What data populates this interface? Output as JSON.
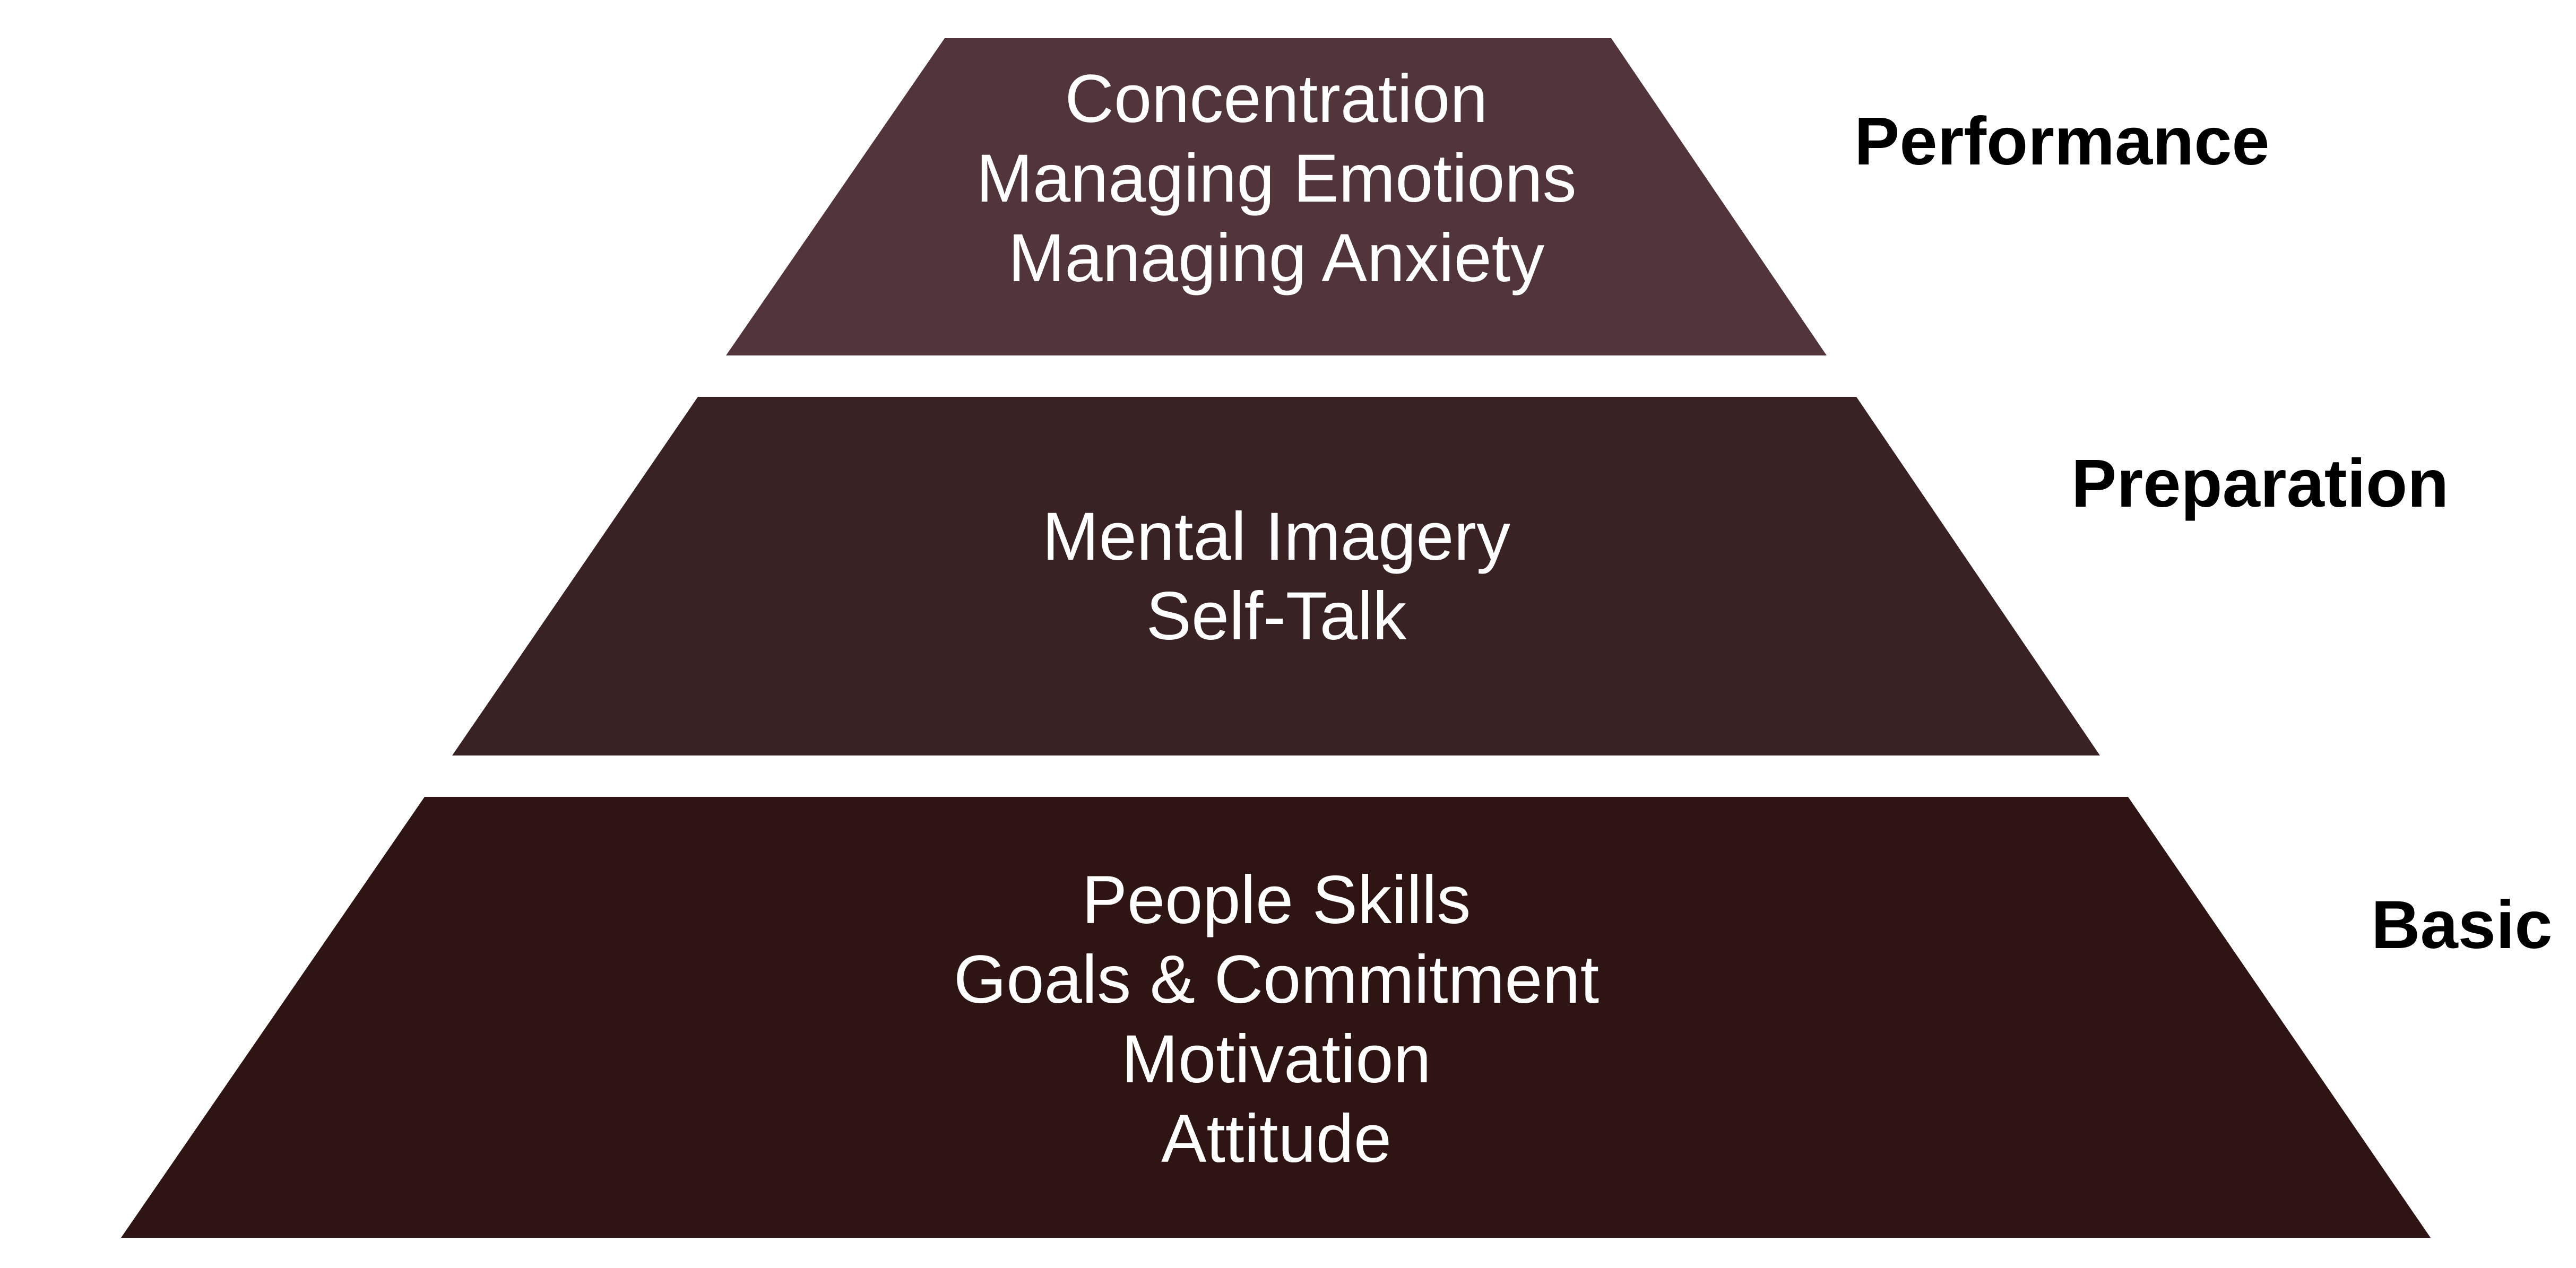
{
  "pyramid": {
    "tiers": [
      {
        "level": "Performance",
        "color": "#51353a",
        "items": [
          "Concentration",
          "Managing Emotions",
          "Managing Anxiety"
        ]
      },
      {
        "level": "Preparation",
        "color": "#382224",
        "items": [
          "Mental Imagery",
          "Self-Talk"
        ]
      },
      {
        "level": "Basic",
        "color": "#2e1412",
        "items": [
          "People Skills",
          "Goals & Commitment",
          "Motivation",
          "Attitude"
        ]
      }
    ]
  }
}
